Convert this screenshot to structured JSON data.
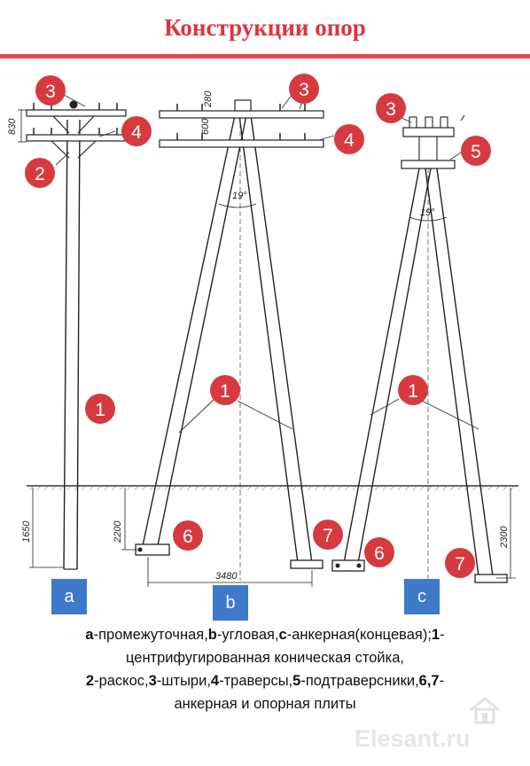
{
  "title": "Конструкции опор",
  "callouts": [
    "1",
    "2",
    "3",
    "4",
    "5",
    "6",
    "7"
  ],
  "dimensions": {
    "d830": "830",
    "d280": "280",
    "d600": "600",
    "angle_b": "19°",
    "angle_c": "19°",
    "d1650": "1650",
    "d2200": "2200",
    "d3480": "3480",
    "d2300": "2300"
  },
  "variant_labels": {
    "a": "a",
    "b": "b",
    "c": "c"
  },
  "caption": {
    "line1_a": "a",
    "line1_a_text": "-промежуточная,",
    "line1_b": "b",
    "line1_b_text": "-угловая,",
    "line1_c": "c",
    "line1_c_text": "-анкерная(концевая);",
    "line1_1": "1",
    "line1_1_text": "-",
    "line2": "центрифугированная коническая стойка,",
    "line3_2": "2",
    "line3_2_text": "-раскос,",
    "line3_3": "3",
    "line3_3_text": "-штыри,",
    "line3_4": "4",
    "line3_4_text": "-траверсы,",
    "line3_5": "5",
    "line3_5_text": "-подтраверсники,",
    "line3_67": "6,7",
    "line3_67_text": "-",
    "line4": "анкерная и опорная плиты"
  },
  "watermark": "Elesant.ru",
  "colors": {
    "title": "#d9363e",
    "callout_fill": "#d63a3f",
    "label_box": "#3f79c9"
  },
  "icons": [
    "house-watermark-icon"
  ]
}
